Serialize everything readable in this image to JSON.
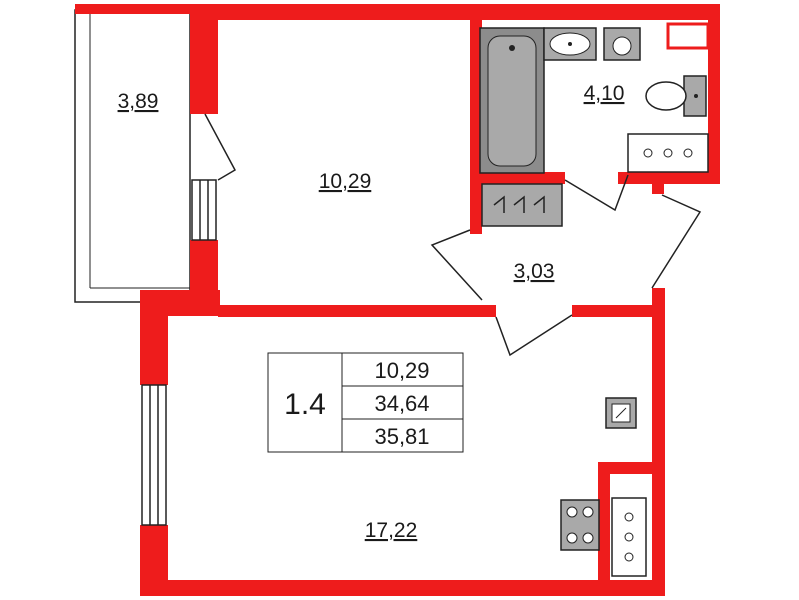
{
  "plan": {
    "wall_color": "#ee1c1c",
    "rooms": {
      "balcony_area": "3,89",
      "bedroom_area": "10,29",
      "bathroom_area": "4,10",
      "hall_area": "3,03",
      "kitchen_living_area": "17,22"
    },
    "info_box": {
      "apartment_type": "1.4",
      "living_area": "10,29",
      "total_area": "34,64",
      "total_area_with_balcony": "35,81"
    }
  }
}
